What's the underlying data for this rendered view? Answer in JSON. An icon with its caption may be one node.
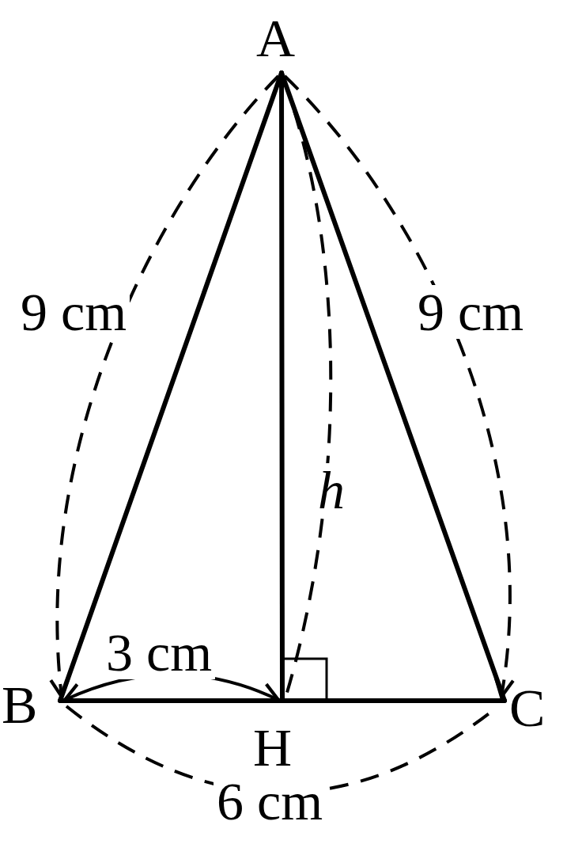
{
  "diagram": {
    "nodes": [
      {
        "text": [
          "A"
        ]
      },
      {
        "text": [
          "B"
        ]
      },
      {
        "text": [
          "C"
        ]
      },
      {
        "text": [
          "H"
        ]
      }
    ],
    "edges": [
      {
        "from": 0,
        "to": 1,
        "arrow": "none"
      },
      {
        "from": 0,
        "to": 2,
        "arrow": "none"
      },
      {
        "from": 1,
        "to": 3,
        "arrow": "none"
      },
      {
        "from": 3,
        "to": 2,
        "arrow": "none"
      },
      {
        "from": 0,
        "to": 3,
        "arrow": "none"
      }
    ],
    "labels": [
      "9 cm",
      "9 cm",
      "h",
      "3 cm",
      "6 cm"
    ]
  }
}
